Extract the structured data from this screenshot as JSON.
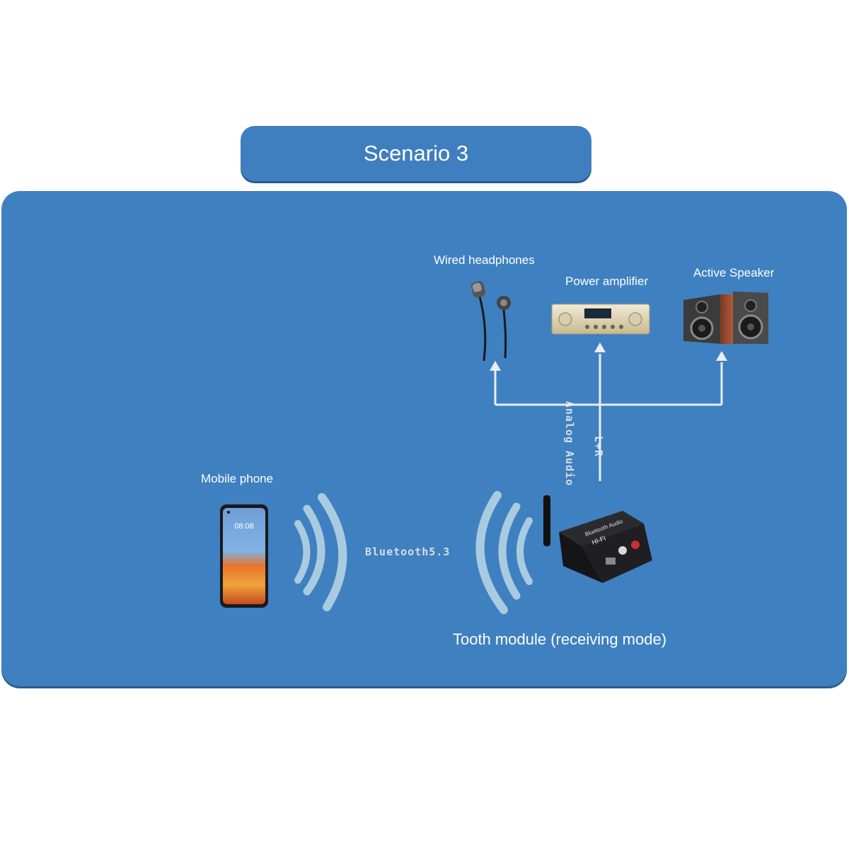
{
  "title": "Scenario 3",
  "labels": {
    "wired_headphones": "Wired headphones",
    "power_amplifier": "Power amplifier",
    "active_speaker": "Active Speaker",
    "mobile_phone": "Mobile phone",
    "tooth_module": "Tooth module (receiving mode)",
    "bluetooth": "Bluetooth5.3",
    "analog_audio": "Analog Audio",
    "lr": "L+R"
  },
  "device_text": {
    "phone_clock": "08:08",
    "module_label": "Bluetooth Audio",
    "module_hifi": "HI-FI"
  },
  "colors": {
    "panel": "#3f80c0",
    "wave": "#a9cbe0",
    "line": "#e8eef4"
  }
}
